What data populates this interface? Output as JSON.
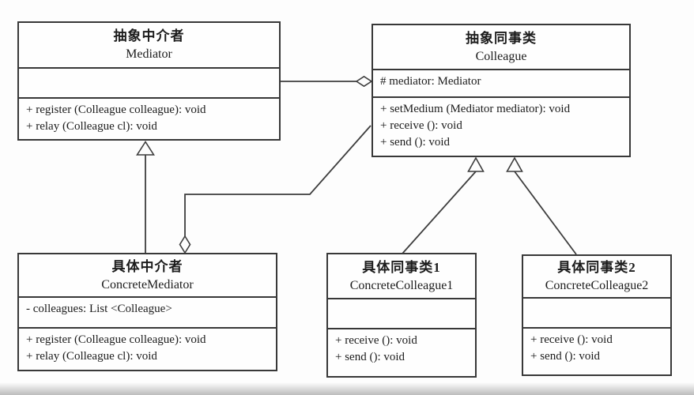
{
  "diagram": {
    "kind": "uml-class-diagram",
    "pattern": "Mediator",
    "classes": [
      {
        "id": "mediator",
        "name_cn": "抽象中介者",
        "name_en": "Mediator",
        "attributes": [],
        "methods": [
          "+ register (Colleague colleague): void",
          "+ relay (Colleague cl): void"
        ]
      },
      {
        "id": "colleague",
        "name_cn": "抽象同事类",
        "name_en": "Colleague",
        "attributes": [
          "# mediator: Mediator"
        ],
        "methods": [
          "+ setMedium (Mediator mediator): void",
          "+ receive (): void",
          "+ send (): void"
        ]
      },
      {
        "id": "concrete-mediator",
        "name_cn": "具体中介者",
        "name_en": "ConcreteMediator",
        "attributes": [
          "- colleagues: List <Colleague>"
        ],
        "methods": [
          "+ register (Colleague colleague): void",
          "+ relay (Colleague cl): void"
        ]
      },
      {
        "id": "concrete-colleague-1",
        "name_cn": "具体同事类1",
        "name_en": "ConcreteColleague1",
        "attributes": [],
        "methods": [
          "+ receive (): void",
          "+ send (): void"
        ]
      },
      {
        "id": "concrete-colleague-2",
        "name_cn": "具体同事类2",
        "name_en": "ConcreteColleague2",
        "attributes": [],
        "methods": [
          "+ receive (): void",
          "+ send (): void"
        ]
      }
    ],
    "relationships": [
      {
        "type": "aggregation",
        "from": "Mediator",
        "to": "Colleague",
        "diamond_at": "Colleague"
      },
      {
        "type": "generalization",
        "from": "ConcreteMediator",
        "to": "Mediator"
      },
      {
        "type": "aggregation",
        "from": "Colleague",
        "to": "ConcreteMediator",
        "diamond_at": "ConcreteMediator"
      },
      {
        "type": "generalization",
        "from": "ConcreteColleague1",
        "to": "Colleague"
      },
      {
        "type": "generalization",
        "from": "ConcreteColleague2",
        "to": "Colleague"
      }
    ],
    "colors": {
      "line": "#3d3d3d",
      "border": "#383838",
      "text": "#1c1c1c",
      "box_bg": "#fefefe",
      "page_bg": "#fdfdfd"
    }
  }
}
